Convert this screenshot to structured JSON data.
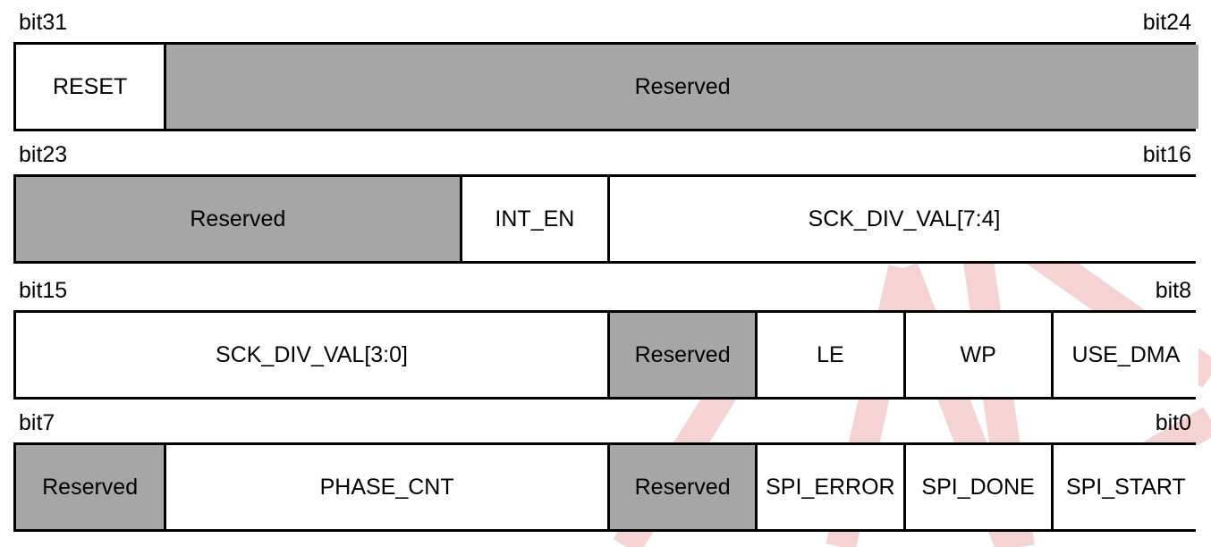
{
  "colors": {
    "reserved_fill": "#a6a6a6",
    "field_fill": "#ffffff",
    "border": "#000000",
    "watermark": "#f4c5c5"
  },
  "rows": [
    {
      "left_label": "bit31",
      "right_label": "bit24",
      "fields": [
        {
          "label": "RESET",
          "bits": 1,
          "reserved": false
        },
        {
          "label": "Reserved",
          "bits": 7,
          "reserved": true
        }
      ]
    },
    {
      "left_label": "bit23",
      "right_label": "bit16",
      "fields": [
        {
          "label": "Reserved",
          "bits": 3,
          "reserved": true
        },
        {
          "label": "INT_EN",
          "bits": 1,
          "reserved": false
        },
        {
          "label": "SCK_DIV_VAL[7:4]",
          "bits": 4,
          "reserved": false
        }
      ]
    },
    {
      "left_label": "bit15",
      "right_label": "bit8",
      "fields": [
        {
          "label": "SCK_DIV_VAL[3:0]",
          "bits": 4,
          "reserved": false
        },
        {
          "label": "Reserved",
          "bits": 1,
          "reserved": true
        },
        {
          "label": "LE",
          "bits": 1,
          "reserved": false
        },
        {
          "label": "WP",
          "bits": 1,
          "reserved": false
        },
        {
          "label": "USE_DMA",
          "bits": 1,
          "reserved": false
        }
      ]
    },
    {
      "left_label": "bit7",
      "right_label": "bit0",
      "fields": [
        {
          "label": "Reserved",
          "bits": 1,
          "reserved": true
        },
        {
          "label": "PHASE_CNT",
          "bits": 3,
          "reserved": false
        },
        {
          "label": "Reserved",
          "bits": 1,
          "reserved": true
        },
        {
          "label": "SPI_ERROR",
          "bits": 1,
          "reserved": false
        },
        {
          "label": "SPI_DONE",
          "bits": 1,
          "reserved": false
        },
        {
          "label": "SPI_START",
          "bits": 1,
          "reserved": false
        }
      ]
    }
  ]
}
